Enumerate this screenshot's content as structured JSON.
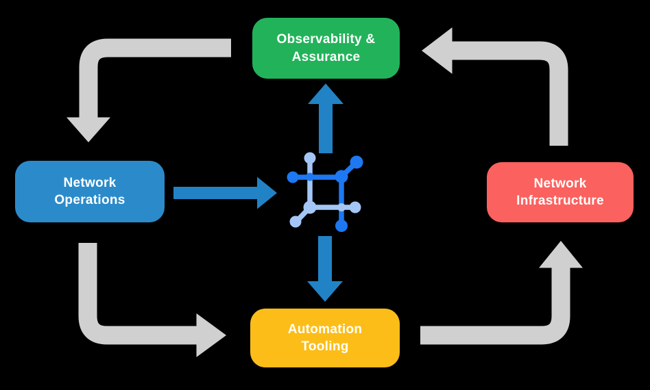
{
  "colors": {
    "background": "#000000",
    "green": "#22b35a",
    "blue": "#2b8bca",
    "red": "#fb615e",
    "yellow": "#fcbd18",
    "gray": "#d0d0d0",
    "arrow-blue": "#2183c6",
    "icon-dark": "#1d78f2",
    "icon-light": "#a4c6f7",
    "label-text": "#ffffff"
  },
  "nodes": {
    "observability": {
      "label": "Observability & Assurance",
      "color": "#22b35a"
    },
    "operations": {
      "label": "Network Operations",
      "color": "#2b8bca"
    },
    "infrastructure": {
      "label": "Network Infrastructure",
      "color": "#fb615e"
    },
    "automation": {
      "label": "Automation Tooling",
      "color": "#fcbd18"
    }
  },
  "center_icon": {
    "name": "network-platform-icon",
    "dark_color": "#1d78f2",
    "light_color": "#a4c6f7"
  },
  "arrows": [
    {
      "from": "network-operations",
      "to": "center-icon",
      "style": "blue",
      "direction": "right"
    },
    {
      "from": "center-icon",
      "to": "observability-assurance",
      "style": "blue",
      "direction": "up"
    },
    {
      "from": "center-icon",
      "to": "automation-tooling",
      "style": "blue",
      "direction": "down"
    },
    {
      "from": "observability-assurance",
      "to": "network-operations",
      "style": "gray",
      "shape": "elbow-left-down"
    },
    {
      "from": "network-operations",
      "to": "automation-tooling",
      "style": "gray",
      "shape": "elbow-down-right"
    },
    {
      "from": "automation-tooling",
      "to": "network-infrastructure",
      "style": "gray",
      "shape": "elbow-right-up"
    },
    {
      "from": "network-infrastructure",
      "to": "observability-assurance",
      "style": "gray",
      "shape": "elbow-up-left"
    }
  ]
}
